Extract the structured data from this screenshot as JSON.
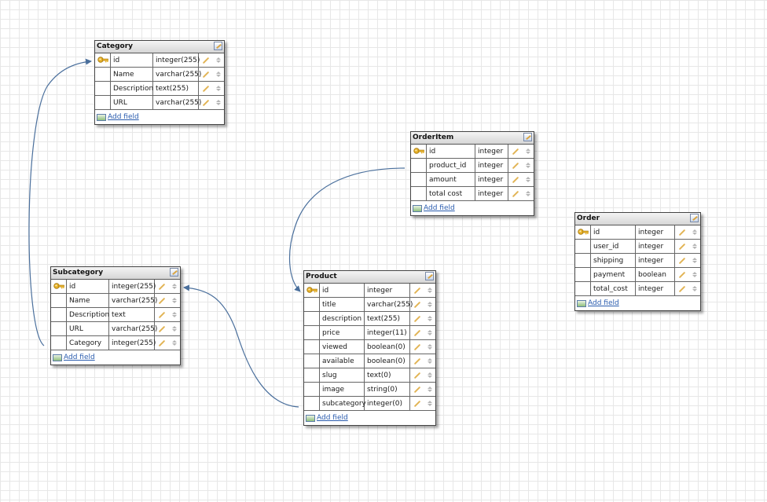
{
  "add_field_label": "Add field",
  "colors": {
    "connector": "#4a6f9c",
    "grid": "#e7e7e7",
    "header_border": "#555555"
  },
  "tables": [
    {
      "id": "category",
      "name": "Category",
      "fields": [
        {
          "name": "id",
          "type": "integer(255)",
          "key": true
        },
        {
          "name": "Name",
          "type": "varchar(255)",
          "key": false
        },
        {
          "name": "Description",
          "type": "text(255)",
          "key": false
        },
        {
          "name": "URL",
          "type": "varchar(255)",
          "key": false
        }
      ]
    },
    {
      "id": "orderitem",
      "name": "OrderItem",
      "fields": [
        {
          "name": "id",
          "type": "integer",
          "key": true
        },
        {
          "name": "product_id",
          "type": "integer",
          "key": false
        },
        {
          "name": "amount",
          "type": "integer",
          "key": false
        },
        {
          "name": "total cost",
          "type": "integer",
          "key": false
        }
      ]
    },
    {
      "id": "order",
      "name": "Order",
      "fields": [
        {
          "name": "id",
          "type": "integer",
          "key": true
        },
        {
          "name": "user_id",
          "type": "integer",
          "key": false
        },
        {
          "name": "shipping",
          "type": "integer",
          "key": false
        },
        {
          "name": "payment",
          "type": "boolean",
          "key": false
        },
        {
          "name": "total_cost",
          "type": "integer",
          "key": false
        }
      ]
    },
    {
      "id": "subcategory",
      "name": "Subcategory",
      "fields": [
        {
          "name": "id",
          "type": "integer(255)",
          "key": true
        },
        {
          "name": "Name",
          "type": "varchar(255)",
          "key": false
        },
        {
          "name": "Description",
          "type": "text",
          "key": false
        },
        {
          "name": "URL",
          "type": "varchar(255)",
          "key": false
        },
        {
          "name": "Category",
          "type": "integer(255)",
          "key": false
        }
      ]
    },
    {
      "id": "product",
      "name": "Product",
      "fields": [
        {
          "name": "id",
          "type": "integer",
          "key": true
        },
        {
          "name": "title",
          "type": "varchar(255)",
          "key": false
        },
        {
          "name": "description",
          "type": "text(255)",
          "key": false
        },
        {
          "name": "price",
          "type": "integer(11)",
          "key": false
        },
        {
          "name": "viewed",
          "type": "boolean(0)",
          "key": false
        },
        {
          "name": "available",
          "type": "boolean(0)",
          "key": false
        },
        {
          "name": "slug",
          "type": "text(0)",
          "key": false
        },
        {
          "name": "image",
          "type": "string(0)",
          "key": false
        },
        {
          "name": "subcategory",
          "type": "integer(0)",
          "key": false
        }
      ]
    }
  ]
}
